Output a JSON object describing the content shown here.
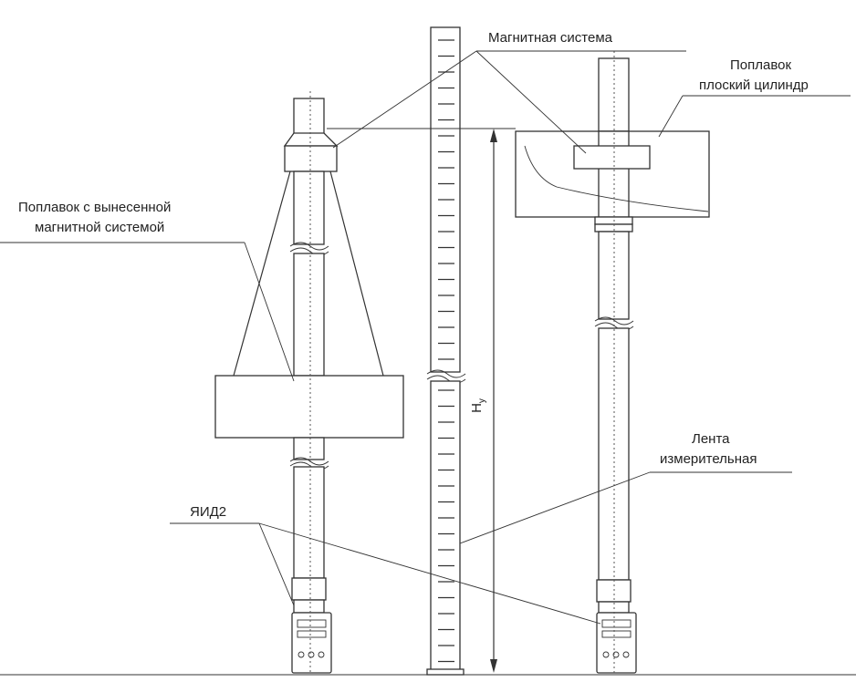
{
  "labels": {
    "magnetic_system": "Магнитная система",
    "float_flat_line1": "Поплавок",
    "float_flat_line2": "плоский цилиндр",
    "float_remote_line1": "Поплавок с вынесенной",
    "float_remote_line2": "магнитной системой",
    "tape_line1": "Лента",
    "tape_line2": "измерительная",
    "sensor": "ЯИД2",
    "height_main": "Н",
    "height_sub": "у"
  },
  "colors": {
    "ink": "#333333",
    "paper": "#ffffff"
  }
}
